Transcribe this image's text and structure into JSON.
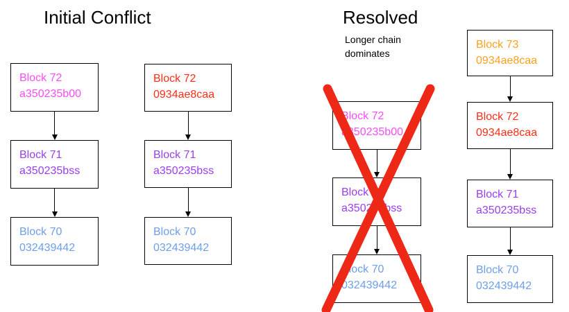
{
  "colors": {
    "ink": "#000000",
    "magenta": "#fb4cfb",
    "red": "#fe2d16",
    "purple": "#9a3df0",
    "blue": "#6d9eeb",
    "orange": "#ffa01e",
    "cross-red": "#ee2817"
  },
  "left_panel": {
    "title": "Initial Conflict"
  },
  "right_panel": {
    "title": "Resolved",
    "subtitle": "Longer chain dominates"
  },
  "chains": [
    {
      "id": "fork-a",
      "blocks": [
        {
          "label": "Block 72",
          "hash": "a350235b00",
          "color": "magenta"
        },
        {
          "label": "Block 71",
          "hash": "a350235bss",
          "color": "purple"
        },
        {
          "label": "Block 70",
          "hash": "032439442",
          "color": "blue"
        }
      ]
    },
    {
      "id": "fork-b",
      "blocks": [
        {
          "label": "Block 72",
          "hash": "0934ae8caa",
          "color": "red"
        },
        {
          "label": "Block 71",
          "hash": "a350235bss",
          "color": "purple"
        },
        {
          "label": "Block 70",
          "hash": "032439442",
          "color": "blue"
        }
      ]
    },
    {
      "id": "discarded-fork",
      "crossed_out": true,
      "blocks": [
        {
          "label": "Block 72",
          "hash": "a350235b00",
          "color": "magenta"
        },
        {
          "label": "Block 71",
          "hash": "a350235bss",
          "color": "purple"
        },
        {
          "label": "Block 70",
          "hash": "032439442",
          "color": "blue"
        }
      ]
    },
    {
      "id": "winning-chain",
      "blocks": [
        {
          "label": "Block 73",
          "hash": "0934ae8caa",
          "color": "orange"
        },
        {
          "label": "Block 72",
          "hash": "0934ae8caa",
          "color": "red"
        },
        {
          "label": "Block 71",
          "hash": "a350235bss",
          "color": "purple"
        },
        {
          "label": "Block 70",
          "hash": "032439442",
          "color": "blue"
        }
      ]
    }
  ]
}
